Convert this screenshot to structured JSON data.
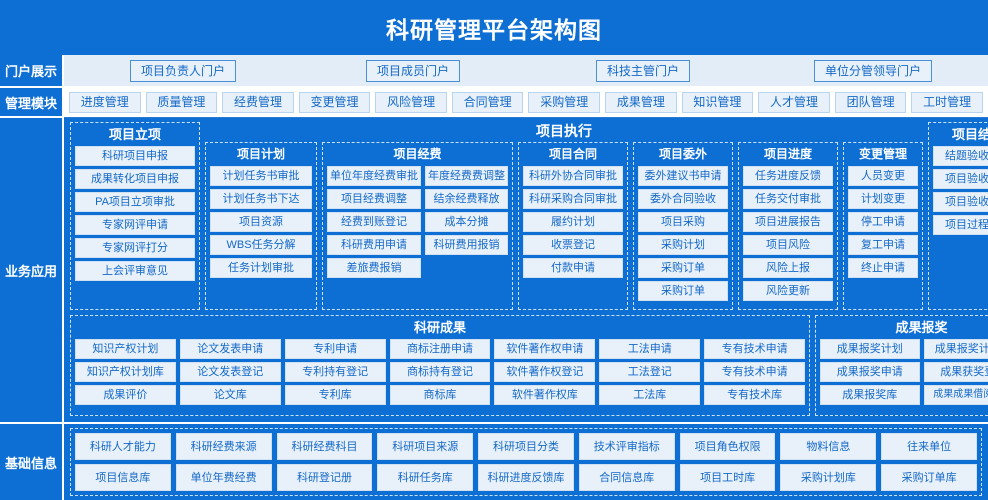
{
  "header": {
    "title": "科研管理平台架构图",
    "bg": "#0d6fd4",
    "text_color": "#ffffff"
  },
  "rows": {
    "portal": {
      "label": "门户展示",
      "items": [
        "项目负责人门户",
        "项目成员门户",
        "科技主管门户",
        "单位分管领导门户"
      ]
    },
    "modules": {
      "label": "管理模块",
      "items": [
        "进度管理",
        "质量管理",
        "经费管理",
        "变更管理",
        "风险管理",
        "合同管理",
        "采购管理",
        "成果管理",
        "知识管理",
        "人才管理",
        "团队管理",
        "工时管理"
      ]
    },
    "business": {
      "label": "业务应用"
    },
    "basic": {
      "label": "基础信息",
      "row1": [
        "科研人才能力",
        "科研经费来源",
        "科研经费科目",
        "科研项目来源",
        "科研项目分类",
        "技术评审指标",
        "项目角色权限",
        "物料信息",
        "往来单位"
      ],
      "row2": [
        "项目信息库",
        "单位年费经费",
        "科研登记册",
        "科研任务库",
        "科研进度反馈库",
        "合同信息库",
        "项目工时库",
        "采购计划库",
        "采购订单库"
      ]
    }
  },
  "groups": {
    "project_initiation": {
      "title": "项目立项",
      "items": [
        "科研项目申报",
        "成果转化项目申报",
        "PA项目立项审批",
        "专家网评申请",
        "专家网评打分",
        "上会评审意见"
      ]
    },
    "project_execution": {
      "title": "项目执行",
      "subgroups": [
        {
          "title": "项目计划",
          "items": [
            "计划任务书审批",
            "计划任务书下达",
            "项目资源",
            "WBS任务分解",
            "任务计划审批"
          ]
        },
        {
          "title": "项目经费",
          "col1": [
            "单位年度经费审批",
            "项目经费调整",
            "经费到账登记",
            "科研费用申请",
            "差旅费报销"
          ],
          "col2": [
            "年度经费费调整",
            "结余经费释放",
            "成本分摊",
            "科研费用报销"
          ]
        },
        {
          "title": "项目合同",
          "items": [
            "科研外协合同审批",
            "科研采购合同审批",
            "履约计划",
            "收票登记",
            "付款申请"
          ]
        },
        {
          "title": "项目委外",
          "items": [
            "委外建议书申请",
            "委外合同验收",
            "项目采购",
            "采购计划",
            "采购订单",
            "采购订单"
          ]
        },
        {
          "title": "项目进度",
          "items": [
            "任务进度反馈",
            "任务交付审批",
            "项目进展报告",
            "项目风险",
            "风险上报",
            "风险更新"
          ]
        },
        {
          "title": "变更管理",
          "items": [
            "人员变更",
            "计划变更",
            "停工申请",
            "复工申请",
            "终止申请"
          ]
        }
      ]
    },
    "project_closing": {
      "title": "项目结项",
      "items": [
        "结题验收申请",
        "项目验收意见",
        "项目验收成果",
        "项目过程文件"
      ]
    },
    "research_results": {
      "title": "科研成果",
      "columns": [
        [
          "知识产权计划",
          "知识产权计划库",
          "成果评价"
        ],
        [
          "论文发表申请",
          "论文发表登记",
          "论文库"
        ],
        [
          "专利申请",
          "专利持有登记",
          "专利库"
        ],
        [
          "商标注册申请",
          "商标持有登记",
          "商标库"
        ],
        [
          "软件著作权申请",
          "软件著作权登记",
          "软件著作权库"
        ],
        [
          "工法申请",
          "工法登记",
          "工法库"
        ],
        [
          "专有技术申请",
          "专有技术申请",
          "专有技术库"
        ]
      ]
    },
    "results_award": {
      "title": "成果报奖",
      "columns": [
        [
          "成果报奖计划",
          "成果报奖申请",
          "成果报奖库"
        ],
        [
          "成果报奖计划库",
          "成果获奖登记",
          "成果成果借阅申请"
        ]
      ]
    }
  },
  "colors": {
    "primary": "#0d6fd4",
    "tile_bg": "#e8f1fa",
    "tile_text": "#1468c8",
    "dash_border": "#cfe3f8"
  }
}
